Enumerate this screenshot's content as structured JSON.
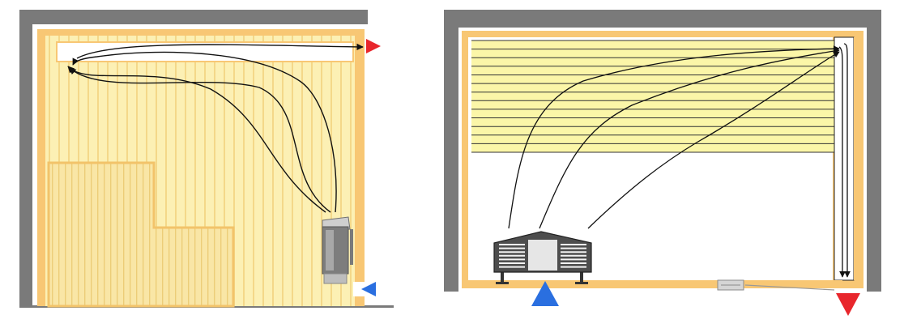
{
  "colors": {
    "wall": "#7a7a7a",
    "wood_light": "#fcf0b4",
    "wood_orange": "#f8c774",
    "stripe": "#f4d889",
    "bench": "#f9e6a6",
    "bench_stripe": "#eccd78",
    "slat_fill": "#fbf6a8",
    "slat_line": "#333333",
    "arrow_line": "#111111",
    "heater_dark": "#6e6e6e",
    "heater_light": "#b8b8b8",
    "heater_vent": "#9a9a9a",
    "hot_air": "#e8262c",
    "cold_air": "#2a6fe0",
    "duct": "#ffffff",
    "door": "#b0b0b0"
  },
  "diagram": {
    "left_panel": {
      "name": "side-view",
      "vents": [
        {
          "name": "exhaust-vent",
          "type": "outflow",
          "color": "hot_air",
          "direction": "right"
        },
        {
          "name": "intake-vent",
          "type": "inflow",
          "color": "cold_air",
          "direction": "left"
        }
      ],
      "airflow_paths": 3
    },
    "right_panel": {
      "name": "top-view",
      "vents": [
        {
          "name": "intake-vent",
          "type": "inflow",
          "color": "cold_air",
          "direction": "up"
        },
        {
          "name": "exhaust-vent",
          "type": "outflow",
          "color": "hot_air",
          "direction": "down"
        }
      ],
      "airflow_paths": 3,
      "bench_slats": 13
    }
  }
}
